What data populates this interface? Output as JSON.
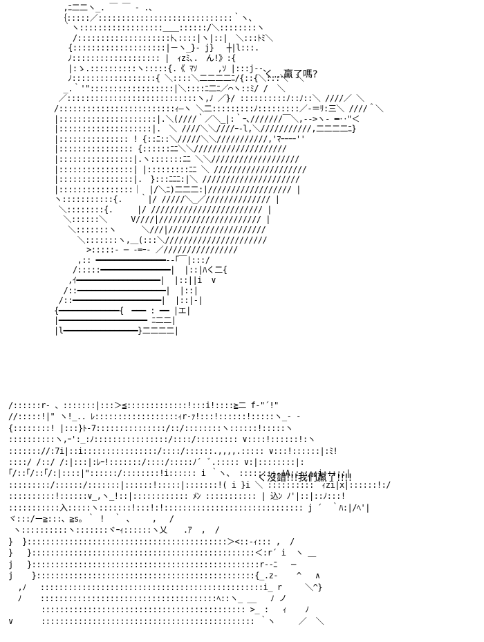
{
  "panels": [
    {
      "speech": "く…羸了嗎?",
      "art": [
        "  ,ﾆ二二ヽ_. ￣ ￣ ‐ .、",
        " ｛:::::／:::::::::::::::::::::::::::::｀ヽ、",
        "  ｀ヽ::::::::::::::::::＿＿::::::/＼::::::::ヽ",
        "    /::::::::::::::::::::ﾄ､::::|ヽ|::|　＼:::ﾄﾐ＼",
        "   {::::::::::::::::::::|－ヽ_}- j}　 ┼|l:::.",
        "   ﾉ::::::::::::::::::: |　ｨzﾐ､.　ん!》:{",
        "   |:ゝ.::::::::::ヽ:::::{.《 ﾏｿ　　 ,ｿ |:::j--､",
        "   ﾉ::::::::::::::::::{ ＼::::＼二二二二ﾆ/{::{＼:::＼　＼",
        "  _.｀'\"::::::::::::::::::|＼::::ﾆ二ﾆ／⌒ヽ::ﾐ/ /  ＼",
        " ／::::::::::::::::::::::::::::ヽ,ﾉ ／}/ ::::::::::ﾉ::ﾉ::＼ ////／ ＼",
        "/:::::::::::::::::::::::::ｨ―ヽ ＼二:::::::::ﾉ:::::::::／-＝ﾘ:三＼ ////＾＼",
        "|:::::::::::::::::::::|.＼(////｀／＼_|:｀ｰ､///////￣＼,-->ヽ‐ ━‥\"＜",
        "|::::::::::::::::::::|.　＼ ////＼＼////ｰ-l,＼///////////,二二二二ﾆ}",
        "|::::::::::::::: ! {::ﾆ::＼/////＼＼///////////,'ﾏｰｰｰｰ''",
        "|:::::::::::::::: {::::::ﾆﾆ＼＼////////////////////",
        "|::::::::::::::::|.ヽ:::::::ﾆﾆ ＼＼///////////////////",
        "|::::::::::::::::| |:::::::::ﾆﾆ ＼ ////////////////////",
        "|::::::::::::::::|.　}:::ﾆﾆﾆ:|＼ /////////////////////",
        "|::::::::::::::::｜　|/＼ﾆ)二二二:|////////////////// |",
        "ヽ:::::::::::{.  　｀|/ /////＼_／////////////// |",
        " ＼::::::::{.　　　|/ //////////////////////// |",
        "  ＼::::::＼　　　V////|////////////////////// |",
        "   ＼:::::::ヽ　　  ＼///|/////////////////////",
        "     ＼:::::::ヽ,＿(:::＼//////////////////////",
        "       >:::::‐ ─ ‐=ｰ- ／////////////////",
        "     ,:: ━━━━━━━━━━━━━━━‐-｢￣|:::/",
        "    /:::::━━━━━━━━━━━━━━━|  |::|ﾊく二{",
        "   ,ｲ━━━━━━━━━━━━━━━━━━|  |::||i  ∨",
        "  /::━━━━━━━━━━━━━━━━━━━|  |::|",
        " /::━━━━━━━━━━━━━━━━━━━|  |::|-|",
        "{━━━━━━━━━━━━━{　━━━ : ━━ |エ|",
        "|━━━━━━━━━━━━━━━━━━━ ﾆ二二|",
        "|l━━━━━━━━━━━━━━━━}二二二二|"
      ]
    },
    {
      "speech": "く沒錯!!!我們羸了!!!!",
      "art": [
        "/::::::r‐ 、:::::::|:::＞≦:::::::::::::!:::i!::::≧二 f‐\"´!\"",
        "//:::::!|\" ヽ!_.. ﾚ::::::::::::::::::ｨr-ｧ!:::!::::::!:::::ヽ_‐ -",
        "{::::::::! |:::}ﾄ-7:::::::::::::::/::/::::::::ヽ::::::!:::::ヽ",
        "::::::::::ヽ,ｰ':_:ﾉ::::::::::::::::/::::/::::::::: ∨::::!::::::!:ヽ",
        "::::::://:7i|::i::::::::::::::::/::::/::::::.,,,,.::::: ∨:::!::::::|:ﾐ!",
        "::::/ /::/ /:|:::|:ﾚｰ!:::::::/::::/:::::ﾉ´  ﾞ.::::: ∨:|::::::::|:",
        "｢/::｢/::｢/:|::::|\"::::::/::::::::!i:::::: i ｀ヽ、 ::::::::-!A::::::i:::::|",
        ":::::::::/::::::/:::::::|::::::!:::::|:::::::!( i }i ＼ ::::::::::｀ｨzi|x|::::::!:/",
        "::::::::::!::::::∨_,ヽ_!::|:::::::::::: ﾒﾝ ::::::::::: | 込ﾝ ﾉ'|::|::ﾉ:::!",
        ":::::::::::入:::::ヽ:::::::!:::!:!:::::::::::::::::::::::::::::: j ´  ｀ﾊ:|/ﾍ'|",
        "ヾ:::/ー≧:::、≧s｡ ｀ !  ｀ 、　   ,　 /",
        " ヽ::::::::::ヽ:::::::ヾｰｨ::::::ヽ乂　　.ｱ  ,  /",
        "}  }:::::::::::::::::::::::::::::::::::::::::::＞<::-ｨ::: ,  /",
        "}   }::::::::::::::::::::::::::::::::::::::::::::::::＜:r´ i  ヽ ＿",
        "j   }:::::::::::::::::::::::::::::::::::::::::::::::::r‐‐ﾆ   ─",
        "j    }:::::::::::::::::::::::::::::::::::::::::::::::{_.z‐    ^   ∧",
        "  ,ﾉ   ::::::::::::::::::::::::::::::::::::::::::::::::i_ r     ＼^}",
        "  ﾉ    ::::::::::::::::::::::::::::::::::::::ﾍ::ヽ_ __   ﾉ ノ",
        "       :::::::::::::::::::::::::::::::::::::::::::: >_ :   ｨ    ﾉ",
        "∨      :::::::::::::::::::::::::::::::::::::::::::::: ｀ヽ     ／  ＼"
      ]
    }
  ]
}
